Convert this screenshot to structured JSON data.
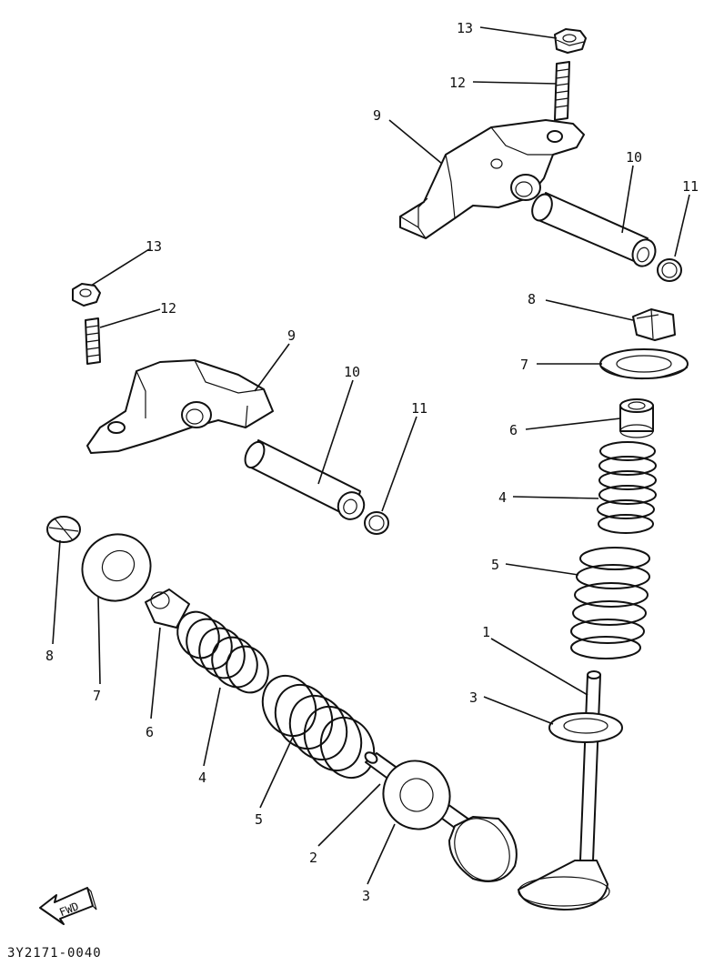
{
  "callouts": {
    "c13_top": "13",
    "c12_top": "12",
    "c9_top": "9",
    "c10_top": "10",
    "c11_top": "11",
    "c8_right": "8",
    "c7_right": "7",
    "c6_right": "6",
    "c4_right": "4",
    "c5_right": "5",
    "c1_right": "1",
    "c3_right": "3",
    "c13_left": "13",
    "c12_left": "12",
    "c9_left": "9",
    "c10_left": "10",
    "c11_left": "11",
    "c8_bottom": "8",
    "c7_bottom": "7",
    "c6_bottom": "6",
    "c4_bottom": "4",
    "c5_bottom": "5",
    "c2_bottom": "2",
    "c3_bottom": "3"
  },
  "fwd_label": "FWD",
  "diagram_code": "3Y2171-0040"
}
